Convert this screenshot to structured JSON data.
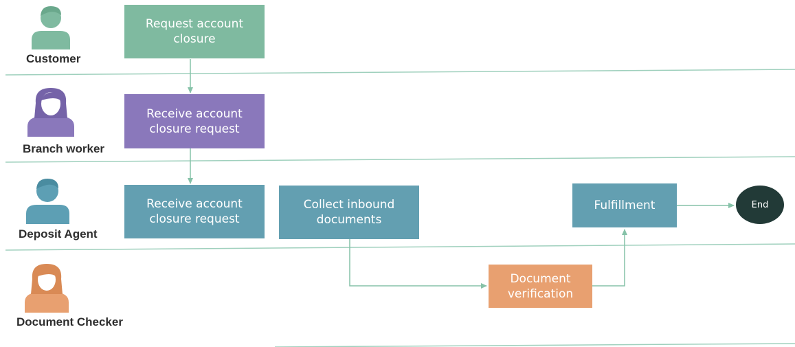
{
  "lanes": [
    {
      "label": "Customer",
      "color": "#7fbaa0"
    },
    {
      "label": "Branch worker",
      "color": "#8a78bb"
    },
    {
      "label": "Deposit Agent",
      "color": "#5d9fb4"
    },
    {
      "label": "Document Checker",
      "color": "#e8a070"
    }
  ],
  "steps": {
    "request_closure": "Request account\nclosure",
    "branch_receive": "Receive  account\nclosure request",
    "agent_receive": "Receive  account\nclosure request",
    "collect_docs": "Collect inbound\ndocuments",
    "fulfillment": "Fulfillment",
    "doc_verification": "Document\nverification",
    "end": "End"
  },
  "colors": {
    "customer": "#7fbaa0",
    "branch": "#8a78bb",
    "agent": "#639fb1",
    "checker": "#e8a070",
    "connector": "#86c2a8",
    "end": "#223a37"
  },
  "icons": {
    "customer": "person-male-icon",
    "branch": "person-female-icon",
    "agent": "person-male-icon",
    "checker": "person-female-icon"
  }
}
